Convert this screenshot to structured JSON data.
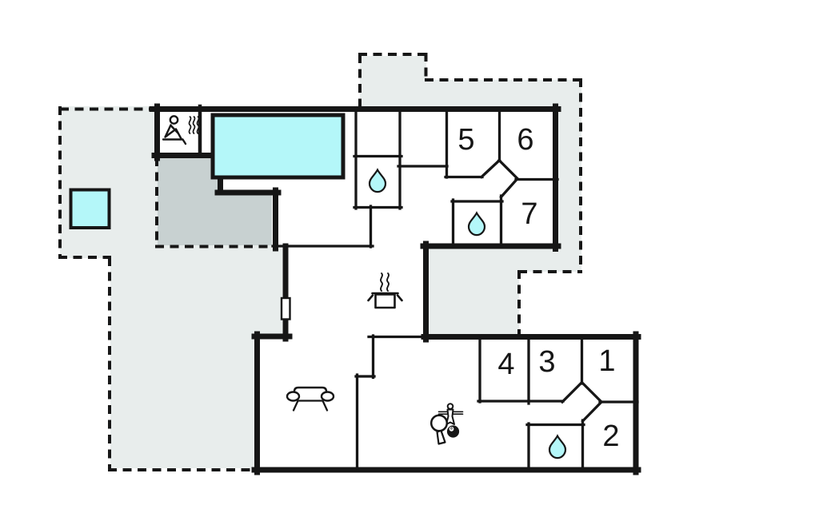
{
  "floor_plan": {
    "type": "vacation-house-floor-plan",
    "room_labels": {
      "r1": "1",
      "r2": "2",
      "r3": "3",
      "r4": "4",
      "r5": "5",
      "r6": "6",
      "r7": "7"
    },
    "icons": {
      "sauna": "sauna-person-with-steam-icon",
      "shower_upper_left": "water-drop-icon",
      "shower_upper_right": "water-drop-icon",
      "shower_lower": "water-drop-icon",
      "kitchen": "steaming-pot-icon",
      "living_room": "sofa-icon",
      "game_room": "table-tennis-paddle-icon eight-ball-icon foosball-player-icon",
      "pool": "swimming-pool",
      "hot_tub": "hot-tub",
      "door": "door-opening-marker",
      "eight_ball_glyph": "8"
    },
    "colors": {
      "background": "#ffffff",
      "wall": "#161616",
      "terrace_light": "#e8edec",
      "terrace_dark": "#c8d1d1",
      "water": "#b4f7f9",
      "interior": "#ffffff"
    }
  }
}
